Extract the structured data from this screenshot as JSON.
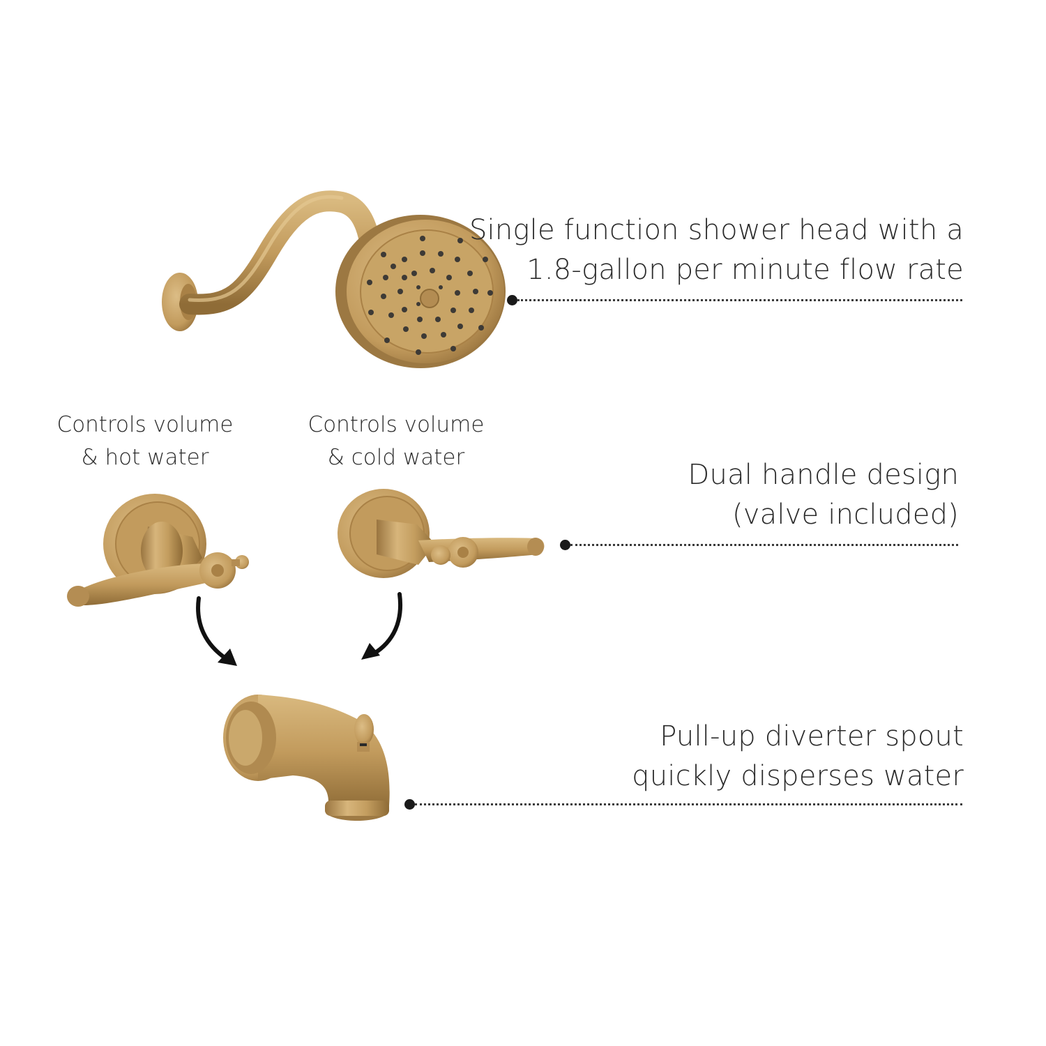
{
  "callouts": {
    "shower": {
      "line1": "Single function shower head with a",
      "line2": "1.8-gallon per minute flow rate"
    },
    "handles": {
      "line1": "Dual handle design",
      "line2": "(valve included)"
    },
    "spout": {
      "line1": "Pull-up diverter spout",
      "line2": "quickly disperses water"
    }
  },
  "labels": {
    "hot": {
      "line1": "Controls volume",
      "line2": "& hot water"
    },
    "cold": {
      "line1": "Controls volume",
      "line2": "& cold water"
    }
  },
  "icons": {
    "shower_head": "shower-head-icon",
    "handle_left": "lever-handle-icon",
    "handle_right": "lever-handle-icon",
    "spout": "tub-spout-icon",
    "arrow": "curved-arrow-icon"
  },
  "colors": {
    "brass": "#c29b5d",
    "brass_dark": "#8f6c37",
    "brass_light": "#e2c48c",
    "text": "#2b2b2b"
  }
}
